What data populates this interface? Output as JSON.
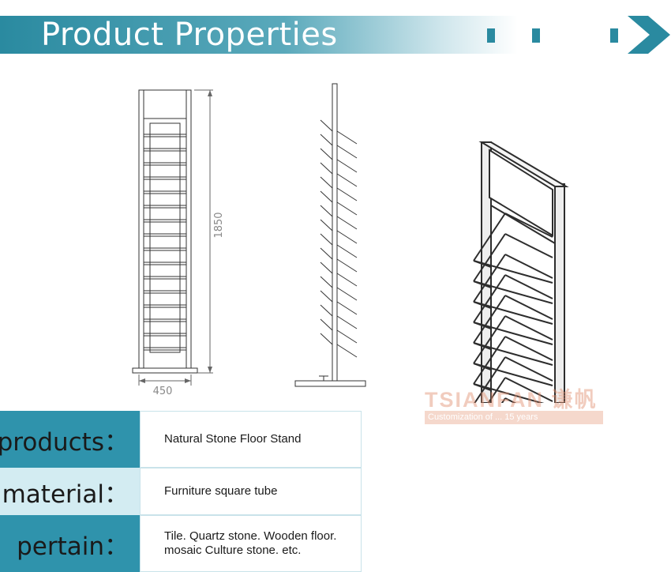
{
  "header": {
    "title": "Product Properties"
  },
  "colors": {
    "accent": "#2f93ac",
    "accent_light": "#d3ecf2",
    "watermark": "#e29070"
  },
  "dimensions": {
    "height": "1850",
    "width": "450"
  },
  "watermark": {
    "brand": "TSIANFAN 谦帆",
    "tagline": "Customization of ... 15 years"
  },
  "properties": [
    {
      "label": "products：",
      "value": "Natural Stone Floor Stand"
    },
    {
      "label": "material：",
      "value": "Furniture square tube"
    },
    {
      "label": "pertain：",
      "value": "Tile. Quartz stone. Wooden floor. mosaic Culture stone. etc."
    }
  ]
}
